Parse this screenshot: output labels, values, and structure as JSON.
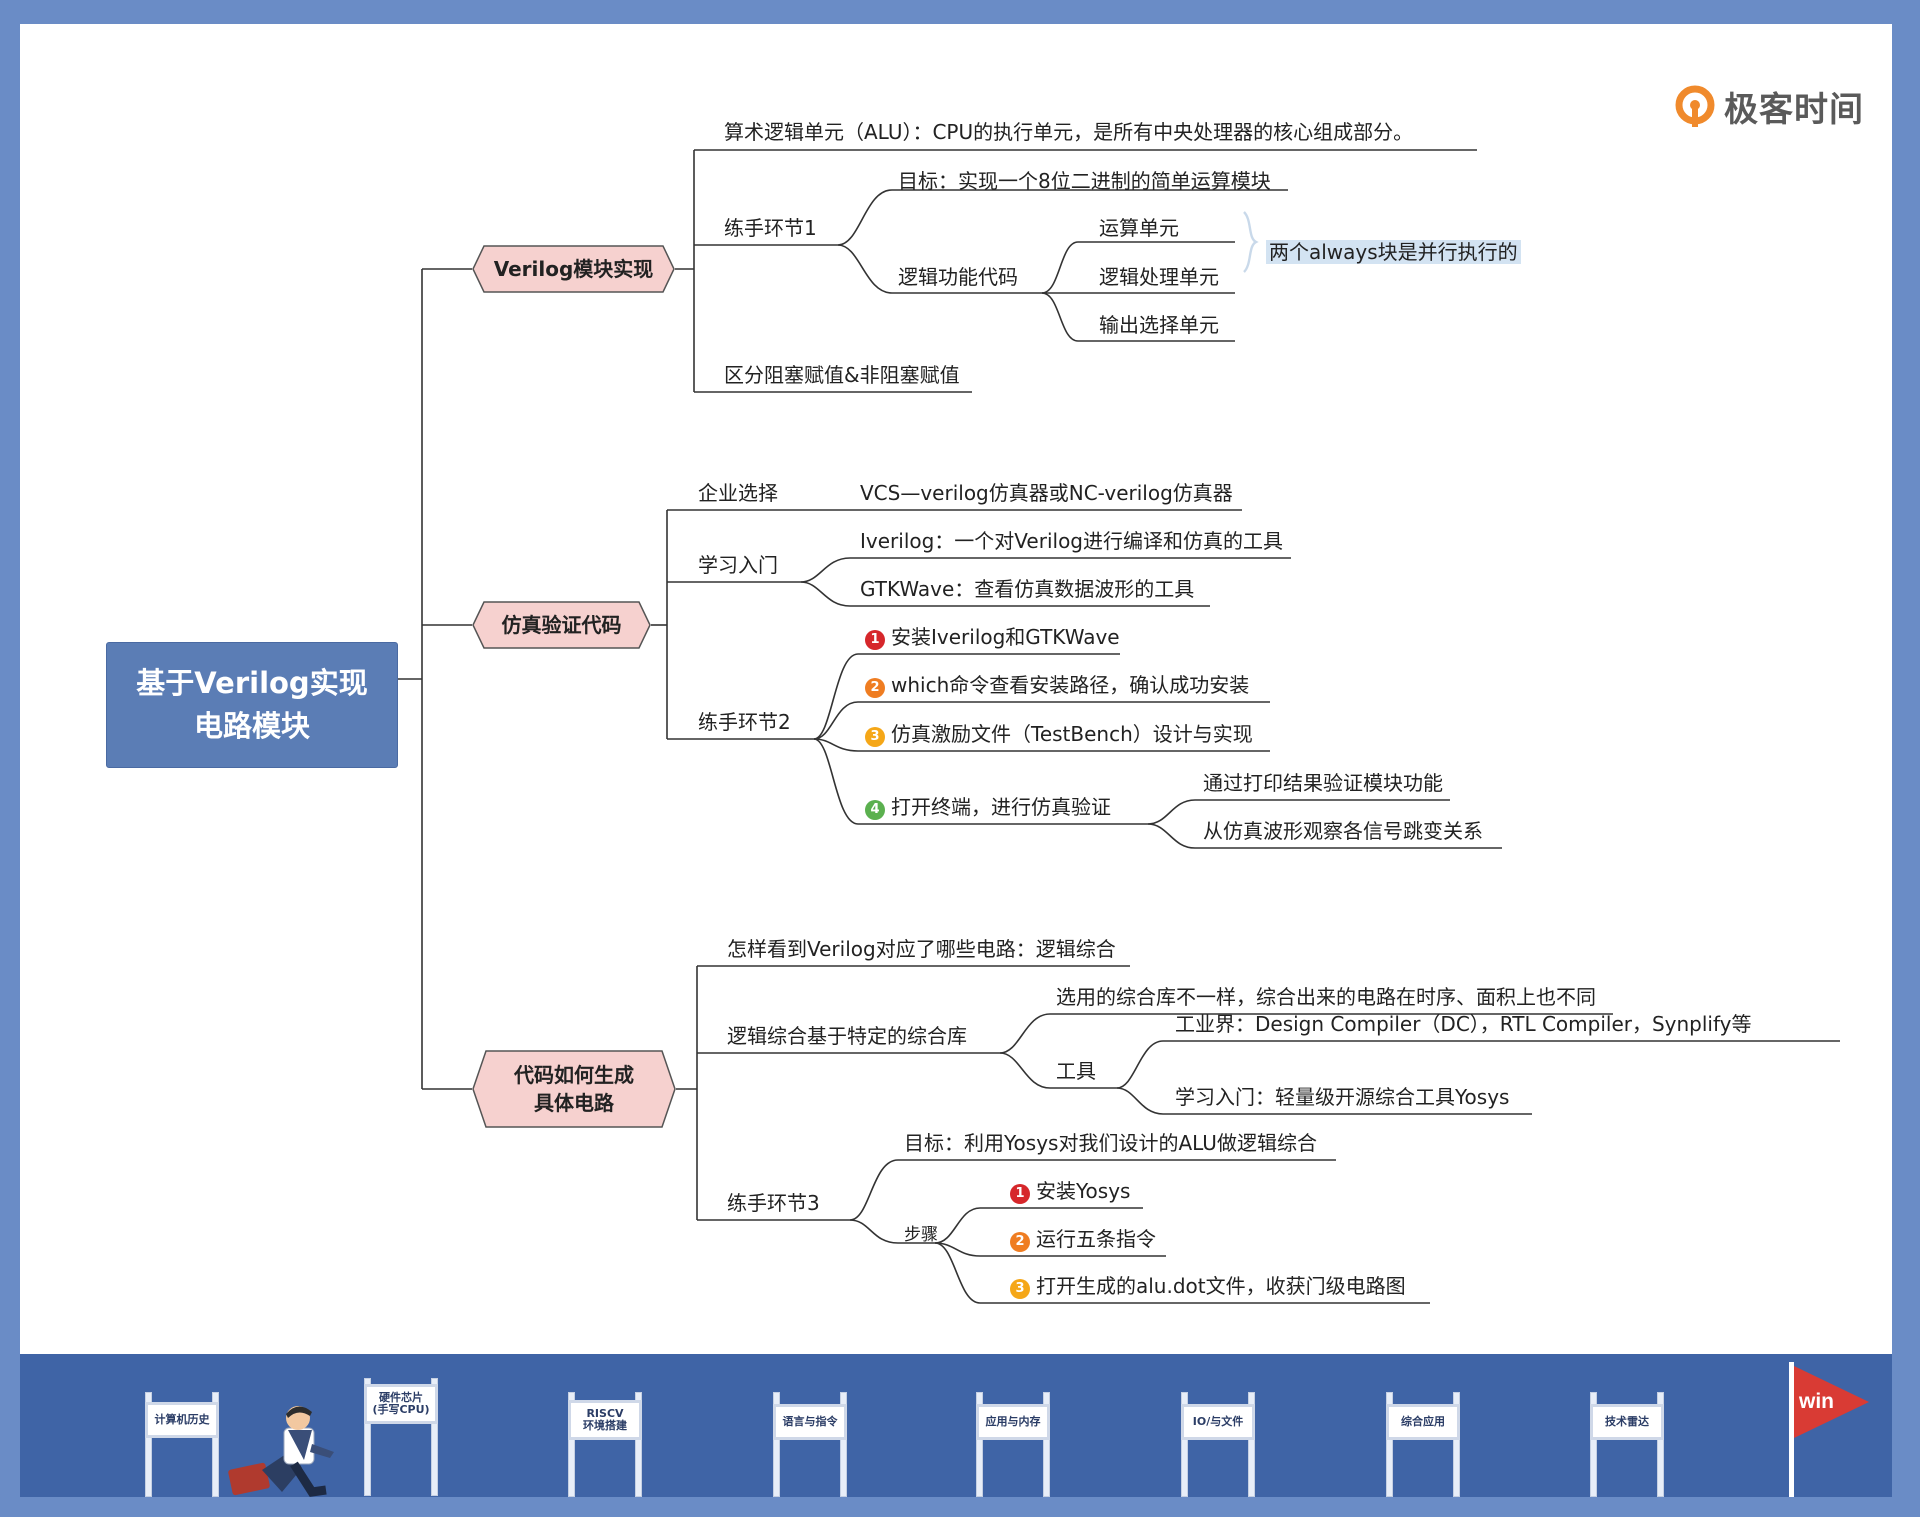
{
  "brand": {
    "logo_text": "极客时间"
  },
  "root": {
    "line1": "基于Verilog实现",
    "line2": "电路模块"
  },
  "branches": {
    "b1": {
      "label": "Verilog模块实现",
      "alu": "算术逻辑单元（ALU）：CPU的执行单元，是所有中央处理器的核心组成部分。",
      "ex1": "练手环节1",
      "goal": "目标：实现一个8位二进制的简单运算模块",
      "logic": "逻辑功能代码",
      "unit1": "运算单元",
      "unit2": "逻辑处理单元",
      "unit3": "输出选择单元",
      "note": "两个always块是并行执行的",
      "assign": "区分阻塞赋值&非阻塞赋值"
    },
    "b2": {
      "label": "仿真验证代码",
      "ent": "企业选择",
      "ent_val": "VCS—verilog仿真器或NC-verilog仿真器",
      "learn": "学习入门",
      "iverilog": "Iverilog：一个对Verilog进行编译和仿真的工具",
      "gtk": "GTKWave：查看仿真数据波形的工具",
      "ex2": "练手环节2",
      "s1": "安装Iverilog和GTKWave",
      "s2": "which命令查看安装路径，确认成功安装",
      "s3": "仿真激励文件（TestBench）设计与实现",
      "s4": "打开终端，进行仿真验证",
      "s4a": "通过打印结果验证模块功能",
      "s4b": "从仿真波形观察各信号跳变关系"
    },
    "b3": {
      "label1": "代码如何生成",
      "label2": "具体电路",
      "how": "怎样看到Verilog对应了哪些电路：逻辑综合",
      "lib": "逻辑综合基于特定的综合库",
      "lib_diff": "选用的综合库不一样，综合出来的电路在时序、面积上也不同",
      "tool": "工具",
      "tool_ind": "工业界：Design Compiler（DC），RTL Compiler，Synplify等",
      "tool_learn": "学习入门：轻量级开源综合工具Yosys",
      "ex3": "练手环节3",
      "goal": "目标：利用Yosys对我们设计的ALU做逻辑综合",
      "steps": "步骤",
      "st1": "安装Yosys",
      "st2": "运行五条指令",
      "st3": "打开生成的alu.dot文件，收获门级电路图"
    }
  },
  "badges": [
    "1",
    "2",
    "3",
    "4"
  ],
  "footer": {
    "gates": [
      {
        "l1": "计算机历史",
        "l2": ""
      },
      {
        "l1": "硬件芯片",
        "l2": "(手写CPU)"
      },
      {
        "l1": "RISCV",
        "l2": "环境搭建"
      },
      {
        "l1": "语言与指令",
        "l2": ""
      },
      {
        "l1": "应用与内存",
        "l2": ""
      },
      {
        "l1": "IO/与文件",
        "l2": ""
      },
      {
        "l1": "综合应用",
        "l2": ""
      },
      {
        "l1": "技术雷达",
        "l2": ""
      }
    ],
    "flag": "win"
  },
  "colors": {
    "root": "#5b7db5",
    "hex_fill": "#f6d1cf",
    "line": "#333333",
    "background": "#6a8cc6",
    "footer": "#3f64a6"
  }
}
